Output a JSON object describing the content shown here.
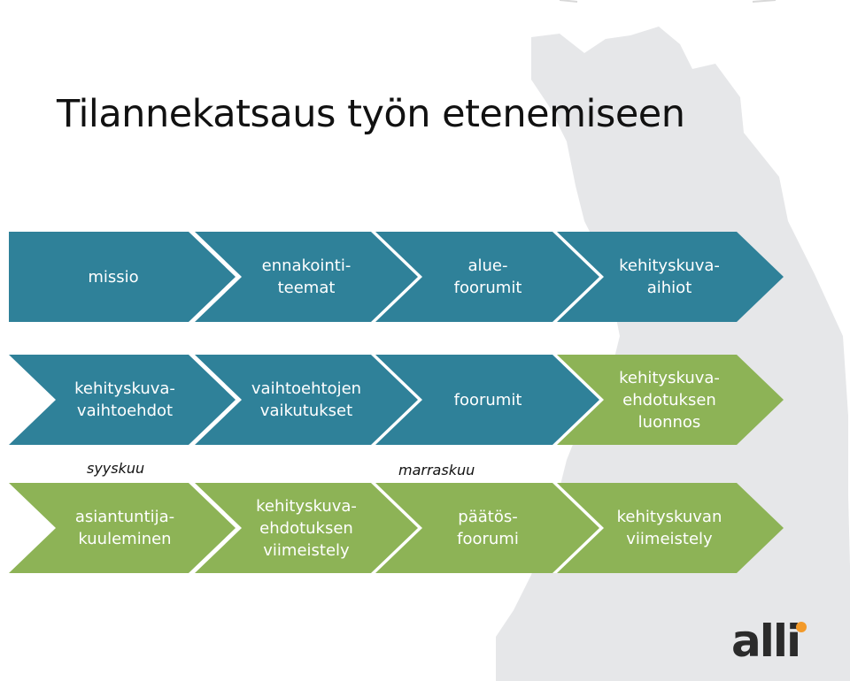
{
  "title": "Tilannekatsaus työn etenemiseen",
  "colors": {
    "teal": "#2f8199",
    "green": "#8db356",
    "map": "#e6e7e9",
    "logo_dot": "#f39a2a"
  },
  "rows": [
    {
      "steps": [
        {
          "label": "missio",
          "color": "teal"
        },
        {
          "label": "ennakointi-\nteemat",
          "color": "teal"
        },
        {
          "label": "alue-\nfoorumit",
          "color": "teal"
        },
        {
          "label": "kehityskuva-\naihiot",
          "color": "teal"
        }
      ]
    },
    {
      "steps": [
        {
          "label": "kehityskuva-\nvaihtoehdot",
          "color": "teal"
        },
        {
          "label": "vaihtoehtojen\nvaikutukset",
          "color": "teal"
        },
        {
          "label": "foorumit",
          "color": "teal"
        },
        {
          "label": "kehityskuva-\nehdotuksen\nluonnos",
          "color": "green"
        }
      ]
    },
    {
      "steps": [
        {
          "label": "asiantuntija-\nkuuleminen",
          "color": "green"
        },
        {
          "label": "kehityskuva-\nehdotuksen\nviimeistely",
          "color": "green"
        },
        {
          "label": "päätös-\nfoorumi",
          "color": "green"
        },
        {
          "label": "kehityskuvan\nviimeistely",
          "color": "green"
        }
      ]
    }
  ],
  "months": {
    "september": "syyskuu",
    "november": "marraskuu"
  },
  "logo": {
    "text": "alli",
    "icon": "alli-logo"
  }
}
